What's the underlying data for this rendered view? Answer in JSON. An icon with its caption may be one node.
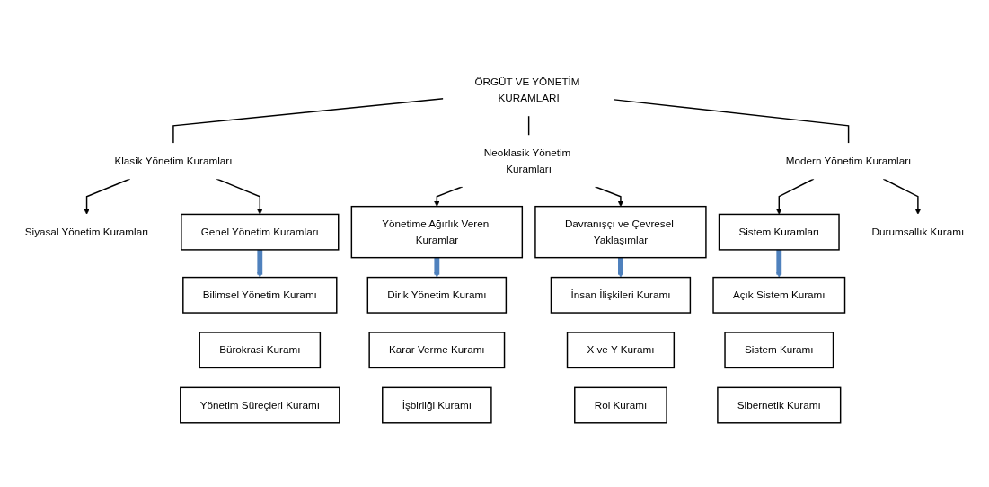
{
  "diagram": {
    "nodes": [
      {
        "text": [
          "ÖRGÜT VE YÖNETİM KURAMLARI"
        ]
      },
      {
        "text": [
          "Klasik Yönetim Kuramları"
        ]
      },
      {
        "text": [
          "Neoklasik Yönetim Kuramları"
        ]
      },
      {
        "text": [
          "Modern Yönetim Kuramları"
        ]
      },
      {
        "text": [
          "Siyasal Yönetim Kuramları"
        ]
      },
      {
        "text": [
          "Genel Yönetim Kuramları"
        ]
      },
      {
        "text": [
          "Bilimsel Yönetim Kuramı"
        ]
      },
      {
        "text": [
          "Bürokrasi Kuramı"
        ]
      },
      {
        "text": [
          "Yönetim Süreçleri Kuramı"
        ]
      },
      {
        "text": [
          "Yönetime Ağırlık Veren Kuramlar"
        ]
      },
      {
        "text": [
          "Dirik Yönetim Kuramı"
        ]
      },
      {
        "text": [
          "Karar Verme Kuramı"
        ]
      },
      {
        "text": [
          "İşbirliği Kuramı"
        ]
      },
      {
        "text": [
          "Davranışçı ve Çevresel Yaklaşımlar"
        ]
      },
      {
        "text": [
          "İnsan İlişkileri Kuramı"
        ]
      },
      {
        "text": [
          "X ve Y Kuramı"
        ]
      },
      {
        "text": [
          "Rol Kuramı"
        ]
      },
      {
        "text": [
          "Sistem Kuramları"
        ]
      },
      {
        "text": [
          "Açık Sistem Kuramı"
        ]
      },
      {
        "text": [
          "Sistem Kuramı"
        ]
      },
      {
        "text": [
          "Sibernetik Kuramı"
        ]
      },
      {
        "text": [
          "Durumsallık Kuramı"
        ]
      }
    ],
    "edges": [
      {
        "from": 0,
        "to": 1,
        "arrow": "none"
      },
      {
        "from": 0,
        "to": 2,
        "arrow": "none"
      },
      {
        "from": 0,
        "to": 3,
        "arrow": "none"
      },
      {
        "from": 1,
        "to": 4,
        "arrow": "to"
      },
      {
        "from": 1,
        "to": 5,
        "arrow": "to"
      },
      {
        "from": 2,
        "to": 9,
        "arrow": "to"
      },
      {
        "from": 2,
        "to": 13,
        "arrow": "to"
      },
      {
        "from": 3,
        "to": 17,
        "arrow": "to"
      },
      {
        "from": 3,
        "to": 21,
        "arrow": "to"
      },
      {
        "from": 5,
        "to": 6,
        "arrow": "to",
        "style": "thick",
        "color": "#4f81bd"
      },
      {
        "from": 9,
        "to": 10,
        "arrow": "to",
        "style": "thick",
        "color": "#4f81bd"
      },
      {
        "from": 13,
        "to": 14,
        "arrow": "to",
        "style": "thick",
        "color": "#4f81bd"
      },
      {
        "from": 17,
        "to": 18,
        "arrow": "to",
        "style": "thick",
        "color": "#4f81bd"
      }
    ]
  }
}
